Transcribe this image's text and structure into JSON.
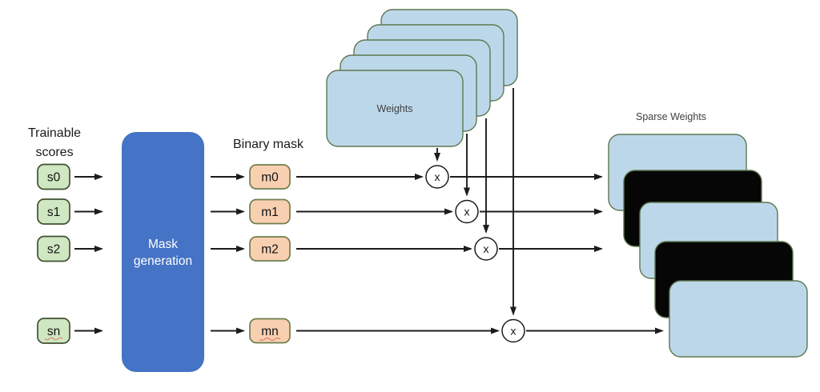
{
  "diagram": {
    "background_color": "#ffffff",
    "colors": {
      "background": "#ffffff",
      "score-fill": "#cfe7c2",
      "score-border": "#41502f",
      "mask-fill": "#f8cfb0",
      "mask-border": "#6d7f4e",
      "generator-fill": "#4573c5",
      "card-fill": "#bdd7ea",
      "card-border": "#5d7850",
      "pruned-fill": "#060606",
      "arrow-color": "#1c1c1c",
      "text-color": "#1a1a1a",
      "card-label-color": "#3f3f3f",
      "spellcheck-color": "#e07b6a"
    },
    "labels": {
      "trainable_scores": [
        "Trainable",
        "scores"
      ],
      "binary_mask": "Binary mask",
      "mask_generation": [
        "Mask",
        "generation"
      ],
      "weights": "Weights",
      "sparse_weights": "Sparse Weights",
      "multiply": "x"
    },
    "score_nodes": [
      {
        "label": "s0",
        "spellcheck_underline": false
      },
      {
        "label": "s1",
        "spellcheck_underline": false
      },
      {
        "label": "s2",
        "spellcheck_underline": false
      },
      {
        "label": "sn",
        "spellcheck_underline": true
      }
    ],
    "mask_nodes": [
      {
        "label": "m0",
        "spellcheck_underline": false
      },
      {
        "label": "m1",
        "spellcheck_underline": false
      },
      {
        "label": "m2",
        "spellcheck_underline": false
      },
      {
        "label": "mn",
        "spellcheck_underline": true
      }
    ],
    "multiply_node_count": 4,
    "weights_stack": {
      "card_count": 5,
      "front_label": "Weights"
    },
    "sparse_stack": {
      "card_count": 5,
      "layer_colors": [
        "blue",
        "black",
        "blue",
        "black",
        "blue"
      ]
    }
  }
}
